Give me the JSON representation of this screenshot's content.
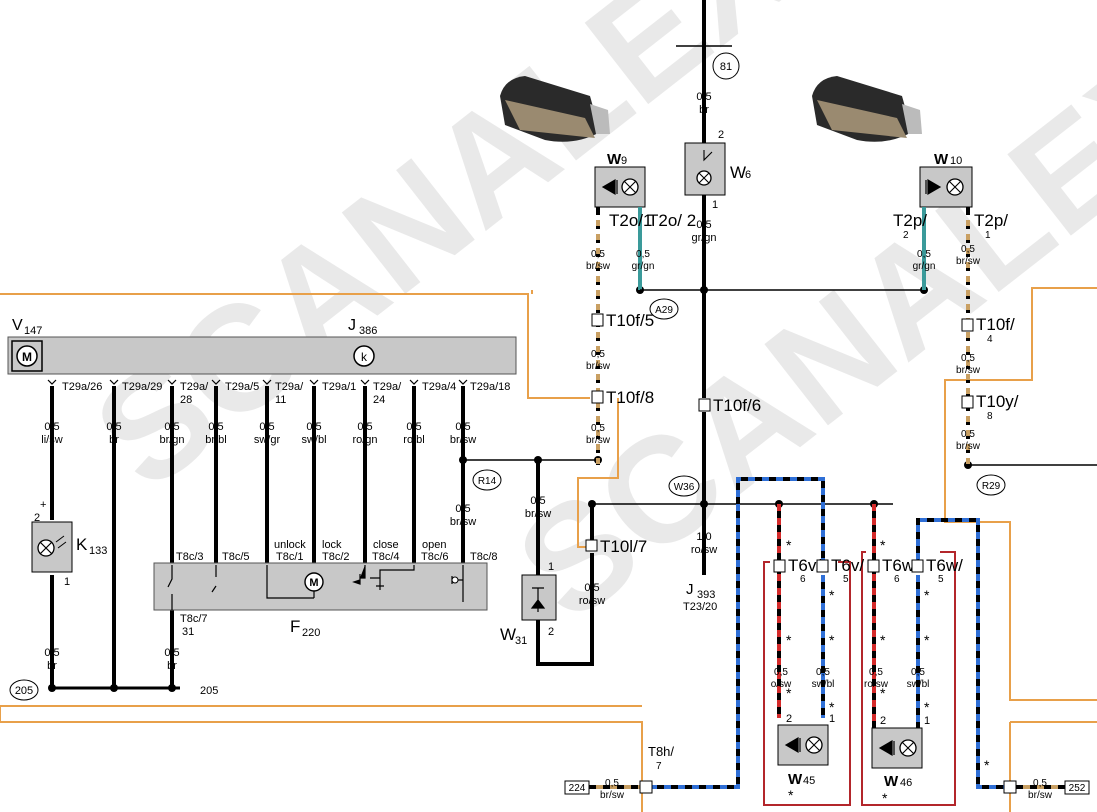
{
  "watermark": "SCANALEX",
  "components": {
    "v147": {
      "label": "V",
      "sub": "147",
      "icon": "M"
    },
    "j386": {
      "label": "J",
      "sub": "386",
      "icon": "k"
    },
    "k133": {
      "label": "K",
      "sub": "133",
      "plus": "+",
      "pin_top": "2",
      "pin_bottom": "1"
    },
    "f220": {
      "label": "F",
      "sub": "220",
      "icon": "M"
    },
    "w31": {
      "label": "W",
      "sub": "31",
      "pin_top": "1",
      "pin_bottom": "2"
    },
    "w6": {
      "label": "W",
      "sub": "6",
      "pin_top": "2",
      "pin_bottom": "1"
    },
    "w9": {
      "label": "W",
      "sub": "9"
    },
    "w10": {
      "label": "W",
      "sub": "10"
    },
    "w45": {
      "label": "W",
      "sub": "45",
      "pin_left": "2",
      "pin_right": "1"
    },
    "w46": {
      "label": "W",
      "sub": "46",
      "pin_left": "2",
      "pin_right": "1"
    },
    "j393": {
      "label": "J",
      "sub": "393",
      "conn": "T23/20"
    }
  },
  "j386_pins": [
    "T29a/26",
    "T29a/29",
    "T29a/",
    "28",
    "T29a/5",
    "T29a/",
    "11",
    "T29a/1",
    "T29a/",
    "24",
    "T29a/4",
    "T29a/18"
  ],
  "wires": {
    "li_sw": [
      "0,5",
      "li/sw"
    ],
    "br": [
      "0,5",
      "br"
    ],
    "br_gn": [
      "0,5",
      "br/gn"
    ],
    "br_bl": [
      "0,5",
      "br/bl"
    ],
    "sw_gr": [
      "0,5",
      "sw/gr"
    ],
    "sw_bl": [
      "0,5",
      "sw/bl"
    ],
    "ro_gn": [
      "0,5",
      "ro/gn"
    ],
    "ro_bl": [
      "0,5",
      "ro/bl"
    ],
    "br_sw": [
      "0,5",
      "br/sw"
    ],
    "gr_gn": [
      "0,5",
      "gr/gn"
    ],
    "ro_sw": [
      "0,5",
      "ro/sw"
    ],
    "ro_sw_10": [
      "1,0",
      "ro/sw"
    ],
    "o_sw": [
      "0,5",
      "o/sw"
    ]
  },
  "f220_pins": [
    "T8c/3",
    "T8c/5",
    "T8c/1",
    "T8c/2",
    "T8c/4",
    "T8c/6",
    "T8c/8",
    "T8c/7",
    "31"
  ],
  "f220_functions": [
    "unlock",
    "lock",
    "close",
    "open"
  ],
  "connectors": {
    "t10f5": "T10f/5",
    "t10f8": "T10f/8",
    "t10f6": "T10f/6",
    "t10l7": "T10l/7",
    "t10f4": [
      "T10f/",
      "4"
    ],
    "t10y8": [
      "T10y/",
      "8"
    ],
    "t2o1": "T2o/1",
    "t2o2": "T2o/ 2",
    "t2p2": [
      "T2p/",
      "2"
    ],
    "t2p1": [
      "T2p/",
      "1"
    ],
    "t6v6": [
      "T6v/",
      "6"
    ],
    "t6v5": [
      "T6v/",
      "5"
    ],
    "t6w6": [
      "T6w/",
      "6"
    ],
    "t6w5": [
      "T6w/",
      "5"
    ],
    "t8h7": [
      "T8h/",
      "7"
    ]
  },
  "refs": {
    "r81": "81",
    "r205": "205",
    "r205b": "205",
    "a29": "A29",
    "r14": "R14",
    "w36": "W36",
    "r29": "R29",
    "r224": "224",
    "r252": "252"
  },
  "star": "*",
  "colors": {
    "orange": "#e8a04a",
    "blue": "#2f6fd6",
    "red": "#d42a2a",
    "darkred": "#b3262b",
    "tan": "#c9a063",
    "teal": "#3a9a9a",
    "box": "#c8c8c8"
  }
}
